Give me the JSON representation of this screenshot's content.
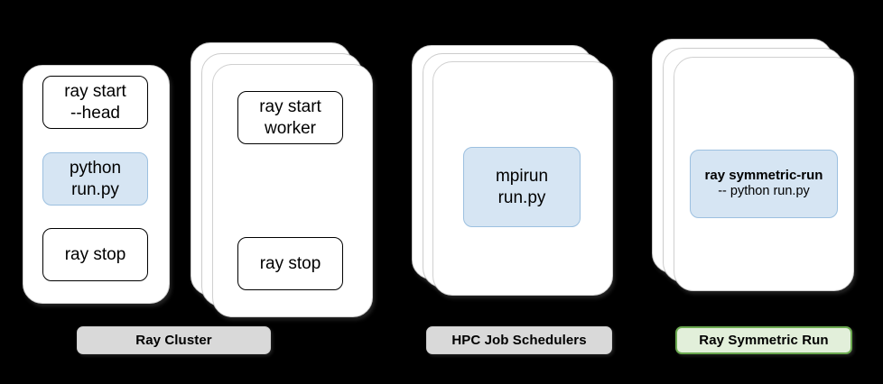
{
  "diagram": {
    "title": "Ray Cluster vs HPC Job Schedulers vs Ray Symmetric Run",
    "background_color": "#000000",
    "colors": {
      "card_fill": "#ffffff",
      "card_border": "#d0d0d0",
      "blue_box_fill": "#d6e5f3",
      "blue_box_border": "#9cc0e0",
      "plain_box_border": "#000000",
      "grey_label_fill": "#d9d9d9",
      "green_label_fill": "#e2efda",
      "green_label_border": "#6aa84f"
    }
  },
  "groups": [
    {
      "id": "ray-cluster",
      "label": "Ray Cluster",
      "label_style": "grey",
      "nodes": [
        {
          "id": "head-node",
          "stack_count": 1,
          "boxes": [
            {
              "id": "ray-start-head",
              "style": "plain",
              "lines": [
                "ray start",
                "--head"
              ]
            },
            {
              "id": "python-run-py",
              "style": "blue",
              "lines": [
                "python",
                "run.py"
              ]
            },
            {
              "id": "ray-stop-head",
              "style": "plain",
              "lines": [
                "ray stop"
              ]
            }
          ]
        },
        {
          "id": "worker-nodes",
          "stack_count": 3,
          "boxes": [
            {
              "id": "ray-start-worker",
              "style": "plain",
              "lines": [
                "ray start",
                "worker"
              ]
            },
            {
              "id": "ray-stop-worker",
              "style": "plain",
              "lines": [
                "ray stop"
              ]
            }
          ]
        }
      ]
    },
    {
      "id": "hpc-job-schedulers",
      "label": "HPC Job Schedulers",
      "label_style": "grey",
      "nodes": [
        {
          "id": "hpc-nodes",
          "stack_count": 3,
          "boxes": [
            {
              "id": "mpirun-run-py",
              "style": "blue",
              "lines": [
                "mpirun",
                "run.py"
              ]
            }
          ]
        }
      ]
    },
    {
      "id": "ray-symmetric-run",
      "label": "Ray Symmetric Run",
      "label_style": "green",
      "nodes": [
        {
          "id": "symmetric-nodes",
          "stack_count": 3,
          "boxes": [
            {
              "id": "ray-symmetric-run-cmd",
              "style": "blue",
              "bold_line": "ray symmetric-run",
              "sub_line": "-- python run.py"
            }
          ]
        }
      ]
    }
  ],
  "text": {
    "ray_start_head_l1": "ray start",
    "ray_start_head_l2": "--head",
    "python_l1": "python",
    "python_l2": "run.py",
    "ray_stop_head": "ray stop",
    "ray_start_worker_l1": "ray start",
    "ray_start_worker_l2": "worker",
    "ray_stop_worker": "ray stop",
    "mpirun_l1": "mpirun",
    "mpirun_l2": "run.py",
    "symmetric_bold": "ray symmetric-run",
    "symmetric_sub": "-- python run.py",
    "label_ray_cluster": "Ray Cluster",
    "label_hpc": "HPC Job Schedulers",
    "label_symmetric": "Ray Symmetric Run"
  }
}
